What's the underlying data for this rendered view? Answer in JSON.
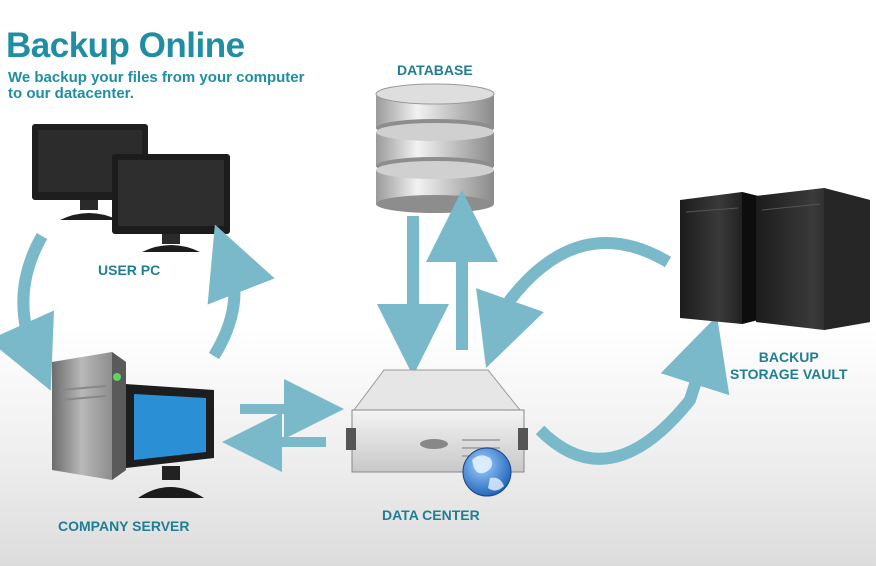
{
  "header": {
    "title": "Backup Online",
    "subtitle_line1": "We backup your files from your computer",
    "subtitle_line2": "to our datacenter."
  },
  "nodes": {
    "database": "DATABASE",
    "user_pc": "USER PC",
    "company_server": "COMPANY SERVER",
    "data_center": "DATA CENTER",
    "vault_line1": "BACKUP",
    "vault_line2": "STORAGE VAULT"
  },
  "colors": {
    "accent": "#1f8ea3",
    "arrow": "#79b9c9",
    "monitor_screen": "#2b8fd6"
  },
  "icons": [
    "monitor-icon",
    "database-icon",
    "server-tower-icon",
    "rack-server-icon",
    "globe-icon",
    "arrow-icon"
  ]
}
